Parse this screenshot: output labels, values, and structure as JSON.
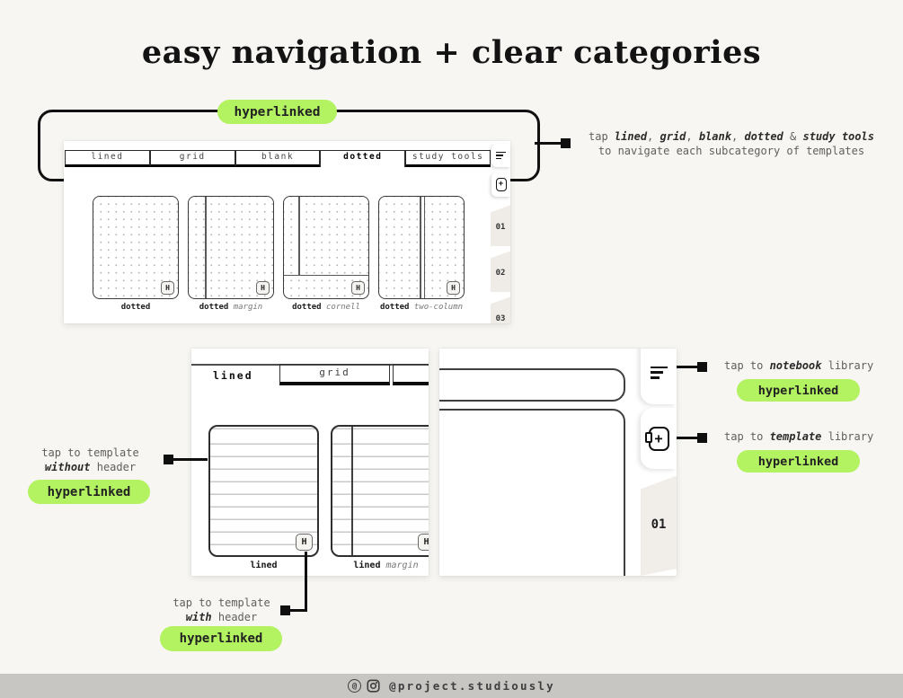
{
  "title": "easy navigation + clear categories",
  "pill_label": "hyperlinked",
  "colors": {
    "page_bg": "#f7f6f2",
    "accent_green": "#b3f261",
    "ink": "#111111",
    "annotation_gray": "#5f5f5f",
    "footer_bg": "#c8c6c2"
  },
  "glyphs": {
    "header_badge": "H",
    "plus": "+",
    "at": "@"
  },
  "top_app": {
    "tabs": [
      {
        "label": "lined",
        "active": false
      },
      {
        "label": "grid",
        "active": false
      },
      {
        "label": "blank",
        "active": false
      },
      {
        "label": "dotted",
        "active": true
      },
      {
        "label": "study tools",
        "active": false
      }
    ],
    "templates": [
      {
        "bold": "dotted",
        "italic": ""
      },
      {
        "bold": "dotted",
        "italic": "margin"
      },
      {
        "bold": "dotted",
        "italic": "cornell"
      },
      {
        "bold": "dotted",
        "italic": "two-column"
      }
    ],
    "side_tabs": [
      "01",
      "02",
      "03"
    ]
  },
  "zoom_app": {
    "tabs": [
      {
        "label": "lined",
        "active": true
      },
      {
        "label": "grid",
        "active": false
      }
    ],
    "templates": [
      {
        "bold": "lined",
        "italic": ""
      },
      {
        "bold": "lined",
        "italic": "margin"
      }
    ],
    "side_tab": "01"
  },
  "annotations": {
    "categories": {
      "line1": [
        {
          "t": "tap "
        },
        {
          "t": "lined",
          "em": true
        },
        {
          "t": ", "
        },
        {
          "t": "grid",
          "em": true
        },
        {
          "t": ", "
        },
        {
          "t": "blank",
          "em": true
        },
        {
          "t": ", "
        },
        {
          "t": "dotted",
          "em": true
        },
        {
          "t": " & "
        },
        {
          "t": "study tools",
          "em": true
        }
      ],
      "line2": "to navigate each subcategory of templates"
    },
    "without_header": {
      "line1": [
        {
          "t": "tap to template"
        }
      ],
      "line2": [
        {
          "t": "without",
          "em": true
        },
        {
          "t": " header"
        }
      ]
    },
    "with_header": {
      "line1": [
        {
          "t": "tap to template"
        }
      ],
      "line2": [
        {
          "t": "with",
          "em": true
        },
        {
          "t": " header"
        }
      ]
    },
    "notebook_library": {
      "line": [
        {
          "t": "tap to "
        },
        {
          "t": "notebook",
          "em": true
        },
        {
          "t": " library"
        }
      ]
    },
    "template_library": {
      "line": [
        {
          "t": "tap to "
        },
        {
          "t": "template",
          "em": true
        },
        {
          "t": " library"
        }
      ]
    }
  },
  "footer": {
    "handle": "@project.studiously"
  }
}
